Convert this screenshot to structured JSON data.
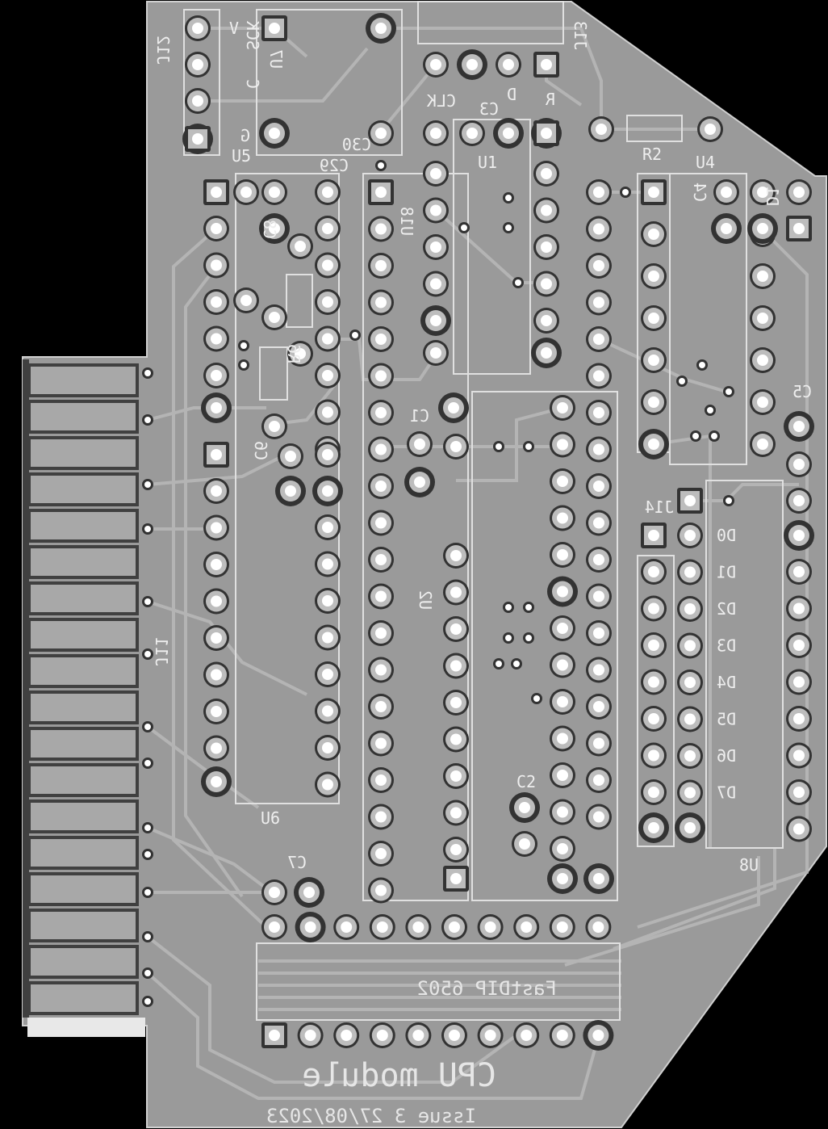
{
  "board": {
    "colors": {
      "background": "#000000",
      "board": "#9a9a9a",
      "trace": "#b4b4b4",
      "silkscreen": "#eeeeee",
      "pad_ring": "#333333",
      "pad": "#bdbdbd",
      "drill": "#ffffff",
      "finger": "#404040",
      "finger_fill": "#a8a8a8"
    },
    "title": "FastDIP 6502",
    "subtitle": "CPU module",
    "issue": "Issue 3  27/08/2023"
  },
  "labels": {
    "j12": "J12",
    "sck": "SCK",
    "v": "V",
    "c": "C",
    "g": "G",
    "u5": "U5",
    "u7": "U7",
    "c30": "C30",
    "c29": "C29",
    "clk": "CLK",
    "c3": "C3",
    "d": "D",
    "r": "R",
    "j13": "J13",
    "u1": "U1",
    "r2": "R2",
    "u4": "U4",
    "c4": "C4",
    "d1": "D1",
    "u18": "U18",
    "c8": "C8",
    "r6": "R6",
    "c1": "C1",
    "c6": "C6",
    "u2": "U2",
    "c2": "C2",
    "u6": "U6",
    "c7": "C7",
    "j14": "J14",
    "u8": "U8",
    "j11": "J11",
    "c5": "C5",
    "data_lines": [
      "D0",
      "D1",
      "D2",
      "D3",
      "D4",
      "D5",
      "D6",
      "D7"
    ]
  }
}
